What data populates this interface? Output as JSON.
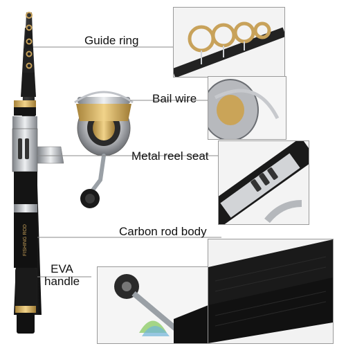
{
  "image": {
    "type": "product-photo",
    "subject": "telescopic-fishing-rod-and-spinning-reel",
    "background_color": "#ffffff",
    "callout_line_color": "#8a8a8a"
  },
  "callouts": [
    {
      "id": "guide-ring",
      "label": "Guide ring"
    },
    {
      "id": "bail-wire",
      "label": "Bail wire"
    },
    {
      "id": "metal-reel-seat",
      "label": "Metal reel seat"
    },
    {
      "id": "carbon-rod-body",
      "label": "Carbon rod body"
    },
    {
      "id": "eva-handle",
      "label_line1": "EVA",
      "label_line2": "handle"
    }
  ],
  "colors": {
    "rod_black": "#1a1a1a",
    "accent_gold": "#c8a25a",
    "chrome": "#b9bcc0",
    "reel_gold": "#d6b25a",
    "detail_gray": "#5a5a5a"
  }
}
